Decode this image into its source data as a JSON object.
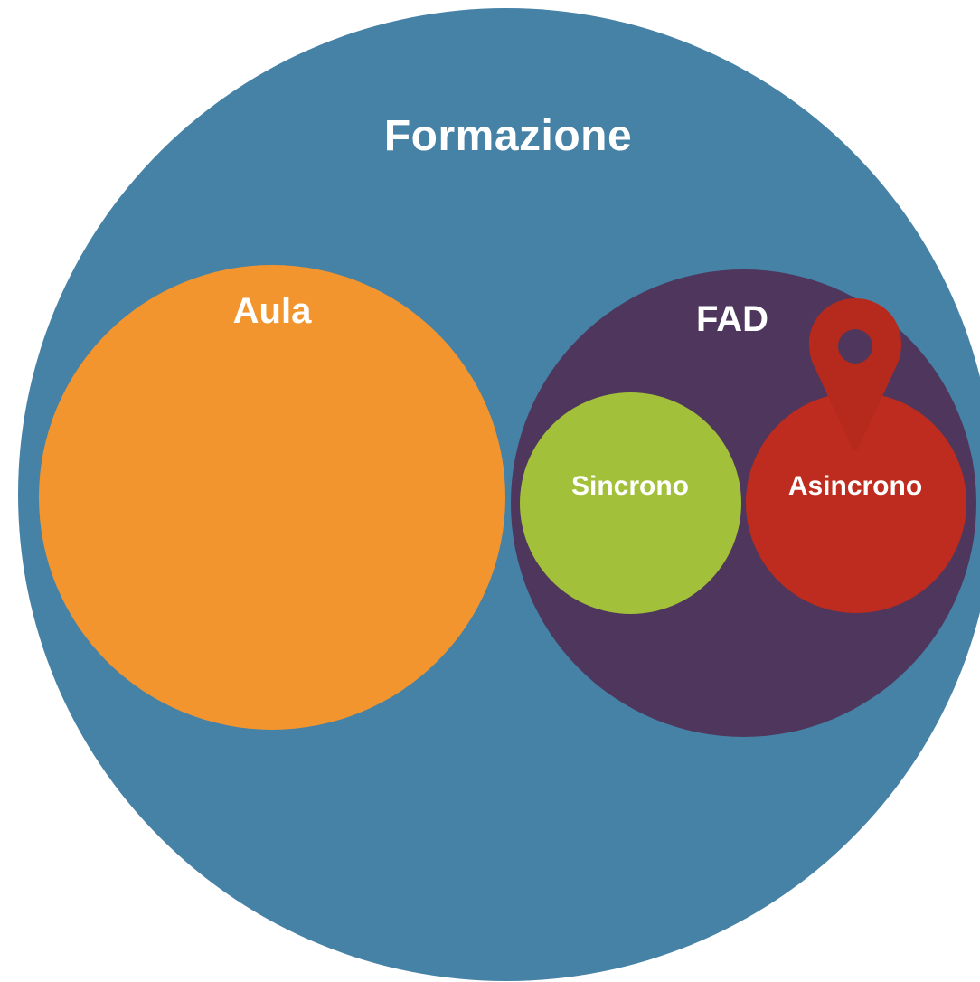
{
  "diagram": {
    "title": "Formazione",
    "groups": [
      {
        "label": "Aula",
        "color": "#F2952E"
      },
      {
        "label": "FAD",
        "color": "#4E365C",
        "children": [
          {
            "label": "Sincrono",
            "color": "#A2C03A"
          },
          {
            "label": "Asincrono",
            "color": "#BD2C1E",
            "marked": true
          }
        ]
      }
    ],
    "outer_color": "#4681A6",
    "marker_icon": "map-pin-icon",
    "marker_color": "#B52A1C"
  }
}
